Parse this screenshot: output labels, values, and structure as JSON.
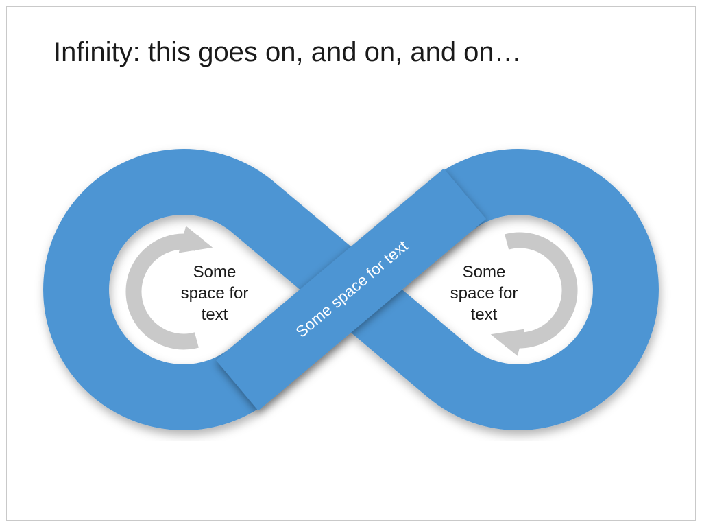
{
  "slide": {
    "title": "Infinity: this goes on, and on, and on…"
  },
  "diagram": {
    "band_text": "Some space for text",
    "left_loop": {
      "line1": "Some",
      "line2": "space for",
      "line3": "text"
    },
    "right_loop": {
      "line1": "Some",
      "line2": "space for",
      "line3": "text"
    },
    "icons": {
      "left_loop_arrow": "clockwise-arc-arrow",
      "right_loop_arrow": "clockwise-arc-arrow"
    },
    "colors": {
      "infinity_blue": "#4e95d3",
      "arrow_gray": "#c9c9c9",
      "loop_text_color": "#1a1a1a",
      "band_text_color": "#ffffff",
      "title_color": "#1a1a1a"
    }
  }
}
